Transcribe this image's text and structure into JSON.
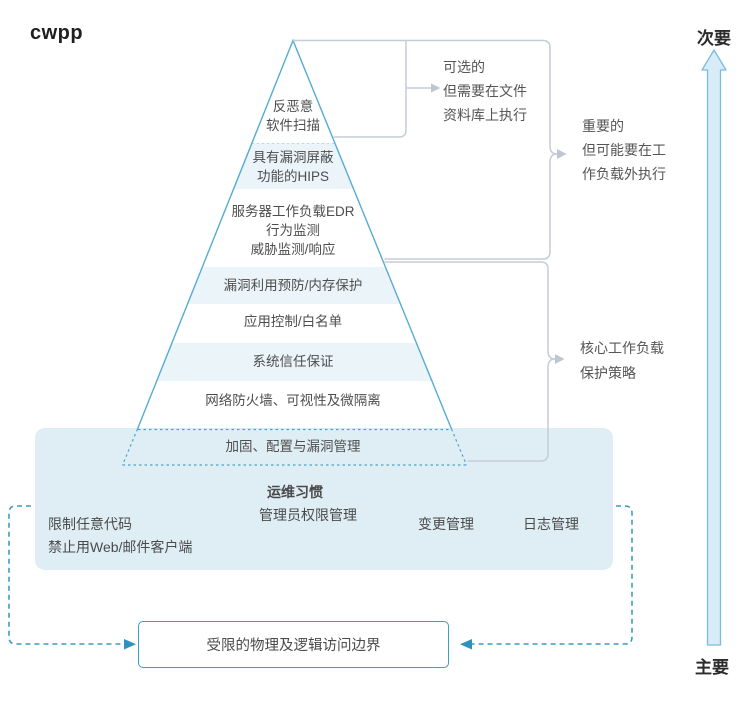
{
  "title": "cwpp",
  "priority_axis": {
    "top_label": "次要",
    "bottom_label": "主要"
  },
  "pyramid_layers": [
    {
      "label": "反恶意\n软件扫描"
    },
    {
      "label": "具有漏洞屏蔽\n功能的HIPS"
    },
    {
      "label": "服务器工作负载EDR\n行为监测\n威胁监测/响应"
    },
    {
      "label": "漏洞利用预防/内存保护"
    },
    {
      "label": "应用控制/白名单"
    },
    {
      "label": "系统信任保证"
    },
    {
      "label": "网络防火墙、可视性及微隔离"
    },
    {
      "label": "加固、配置与漏洞管理"
    }
  ],
  "annotations": {
    "optional": "可选的\n但需要在文件\n资料库上执行",
    "important": "重要的\n但可能要在工\n作负载外执行",
    "core": "核心工作负载\n保护策略"
  },
  "ops_box": {
    "title": "运维习惯",
    "item_restrict": "限制任意代码\n禁止用Web/邮件客户端",
    "item_admin": "管理员权限管理",
    "item_change": "变更管理",
    "item_log": "日志管理"
  },
  "boundary_box": {
    "label": "受限的物理及逻辑访问边界"
  },
  "colors": {
    "pyramid_outline": "#58aad4",
    "pyramid_band": "#eaf4f9",
    "ops_box_bg": "#dfeef5",
    "bracket_gray": "#c6ccd6",
    "dashed_connector": "#3d9ac4",
    "priority_arrow_fill": "#d7ecf7",
    "priority_arrow_stroke": "#79bcde",
    "boundary_border": "#3d9ec9",
    "text": "#4e4e4e"
  }
}
